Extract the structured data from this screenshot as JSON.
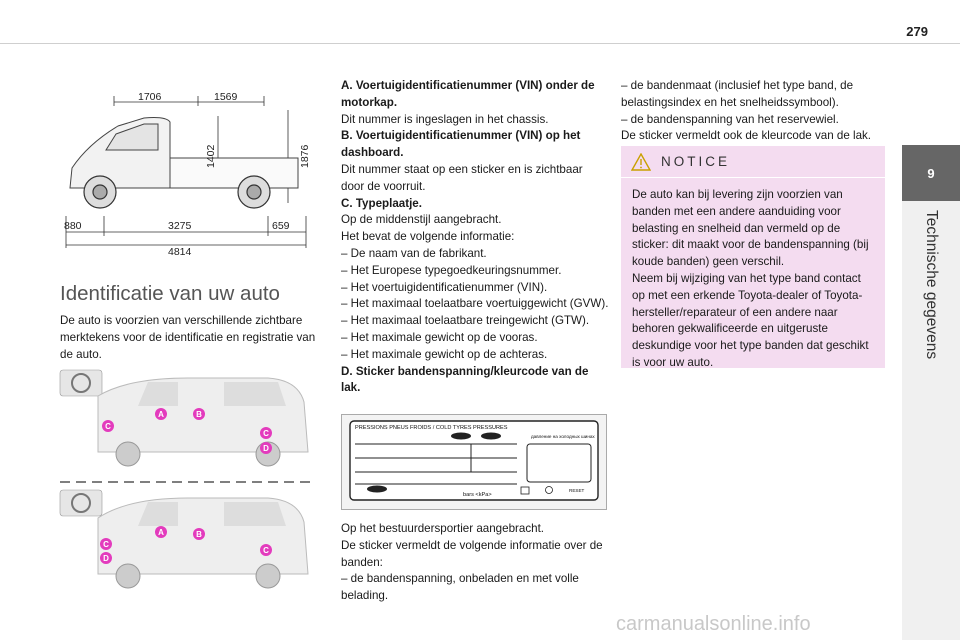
{
  "page": {
    "number": "279"
  },
  "chapter": {
    "number": "9",
    "title": "Technische gegevens"
  },
  "dimensions_figure": {
    "top_left": "1706",
    "top_right": "1569",
    "height_inner": "1402",
    "height_total": "1876",
    "front_overhang": "880",
    "wheelbase": "3275",
    "rear_overhang": "659",
    "length": "4814"
  },
  "section": {
    "title": "Identificatie van uw auto",
    "intro": "De auto is voorzien van verschillende zichtbare merktekens voor de identificatie en registratie van de auto."
  },
  "location_figure": {
    "markers": [
      "A",
      "B",
      "C",
      "D"
    ]
  },
  "column2": {
    "lines": [
      {
        "text": "A. Voertuigidentificatienummer (VIN) onder de motorkap.",
        "bold": true
      },
      {
        "text": "Dit nummer is ingeslagen in het chassis.",
        "bold": false
      },
      {
        "text": "B. Voertuigidentificatienummer (VIN) op het dashboard.",
        "bold": true
      },
      {
        "text": "Dit nummer staat op een sticker en is zichtbaar door de voorruit.",
        "bold": false
      },
      {
        "text": "C. Typeplaatje.",
        "bold": true
      },
      {
        "text": "Op de middenstijl aangebracht.",
        "bold": false
      },
      {
        "text": "Het bevat de volgende informatie:",
        "bold": false
      },
      {
        "text": "–  De naam van de fabrikant.",
        "bold": false
      },
      {
        "text": "–  Het Europese typegoedkeuringsnummer.",
        "bold": false
      },
      {
        "text": "–  Het voertuigidentificatienummer (VIN).",
        "bold": false
      },
      {
        "text": "–  Het maximaal toelaatbare voertuiggewicht (GVW).",
        "bold": false
      },
      {
        "text": "–  Het maximaal toelaatbare treingewicht (GTW).",
        "bold": false
      },
      {
        "text": "–  Het maximale gewicht op de vooras.",
        "bold": false
      },
      {
        "text": "–  Het maximale gewicht op de achteras.",
        "bold": false
      },
      {
        "text": "D. Sticker bandenspanning/kleurcode van de lak.",
        "bold": true
      }
    ],
    "after_figure": [
      "Op het bestuurdersportier aangebracht.",
      "De sticker vermeldt de volgende informatie over de banden:",
      "–  de bandenspanning, onbeladen en met volle belading."
    ]
  },
  "sticker_figure": {
    "header": "PRESSIONS PNEUS FROIDS / COLD TYRES PRESSURES",
    "cyrillic": "давление на холодных шинах",
    "units": "bars   <kPa>",
    "reset": "RESET"
  },
  "column3": {
    "lines": [
      "–  de bandenmaat (inclusief het type band, de belastingsindex en het snelheidssymbool).",
      "–  de bandenspanning van het reservewiel.",
      "De sticker vermeldt ook de kleurcode van de lak."
    ]
  },
  "notice": {
    "label": "NOTICE",
    "lines": [
      "De auto kan bij levering zijn voorzien van banden met een andere aanduiding voor belasting en snelheid dan vermeld op de sticker: dit maakt voor de bandenspanning (bij koude banden) geen verschil.",
      "Neem bij wijziging van het type band contact op met een erkende Toyota-dealer of Toyota-hersteller/reparateur of een andere naar behoren gekwalificeerde en uitgeruste deskundige voor het type banden dat geschikt is voor uw auto."
    ]
  },
  "watermark": "carmanualsonline.info",
  "colors": {
    "marker": "#e33bbd",
    "notice_bg": "#f4dcf0",
    "tab": "#666666"
  }
}
